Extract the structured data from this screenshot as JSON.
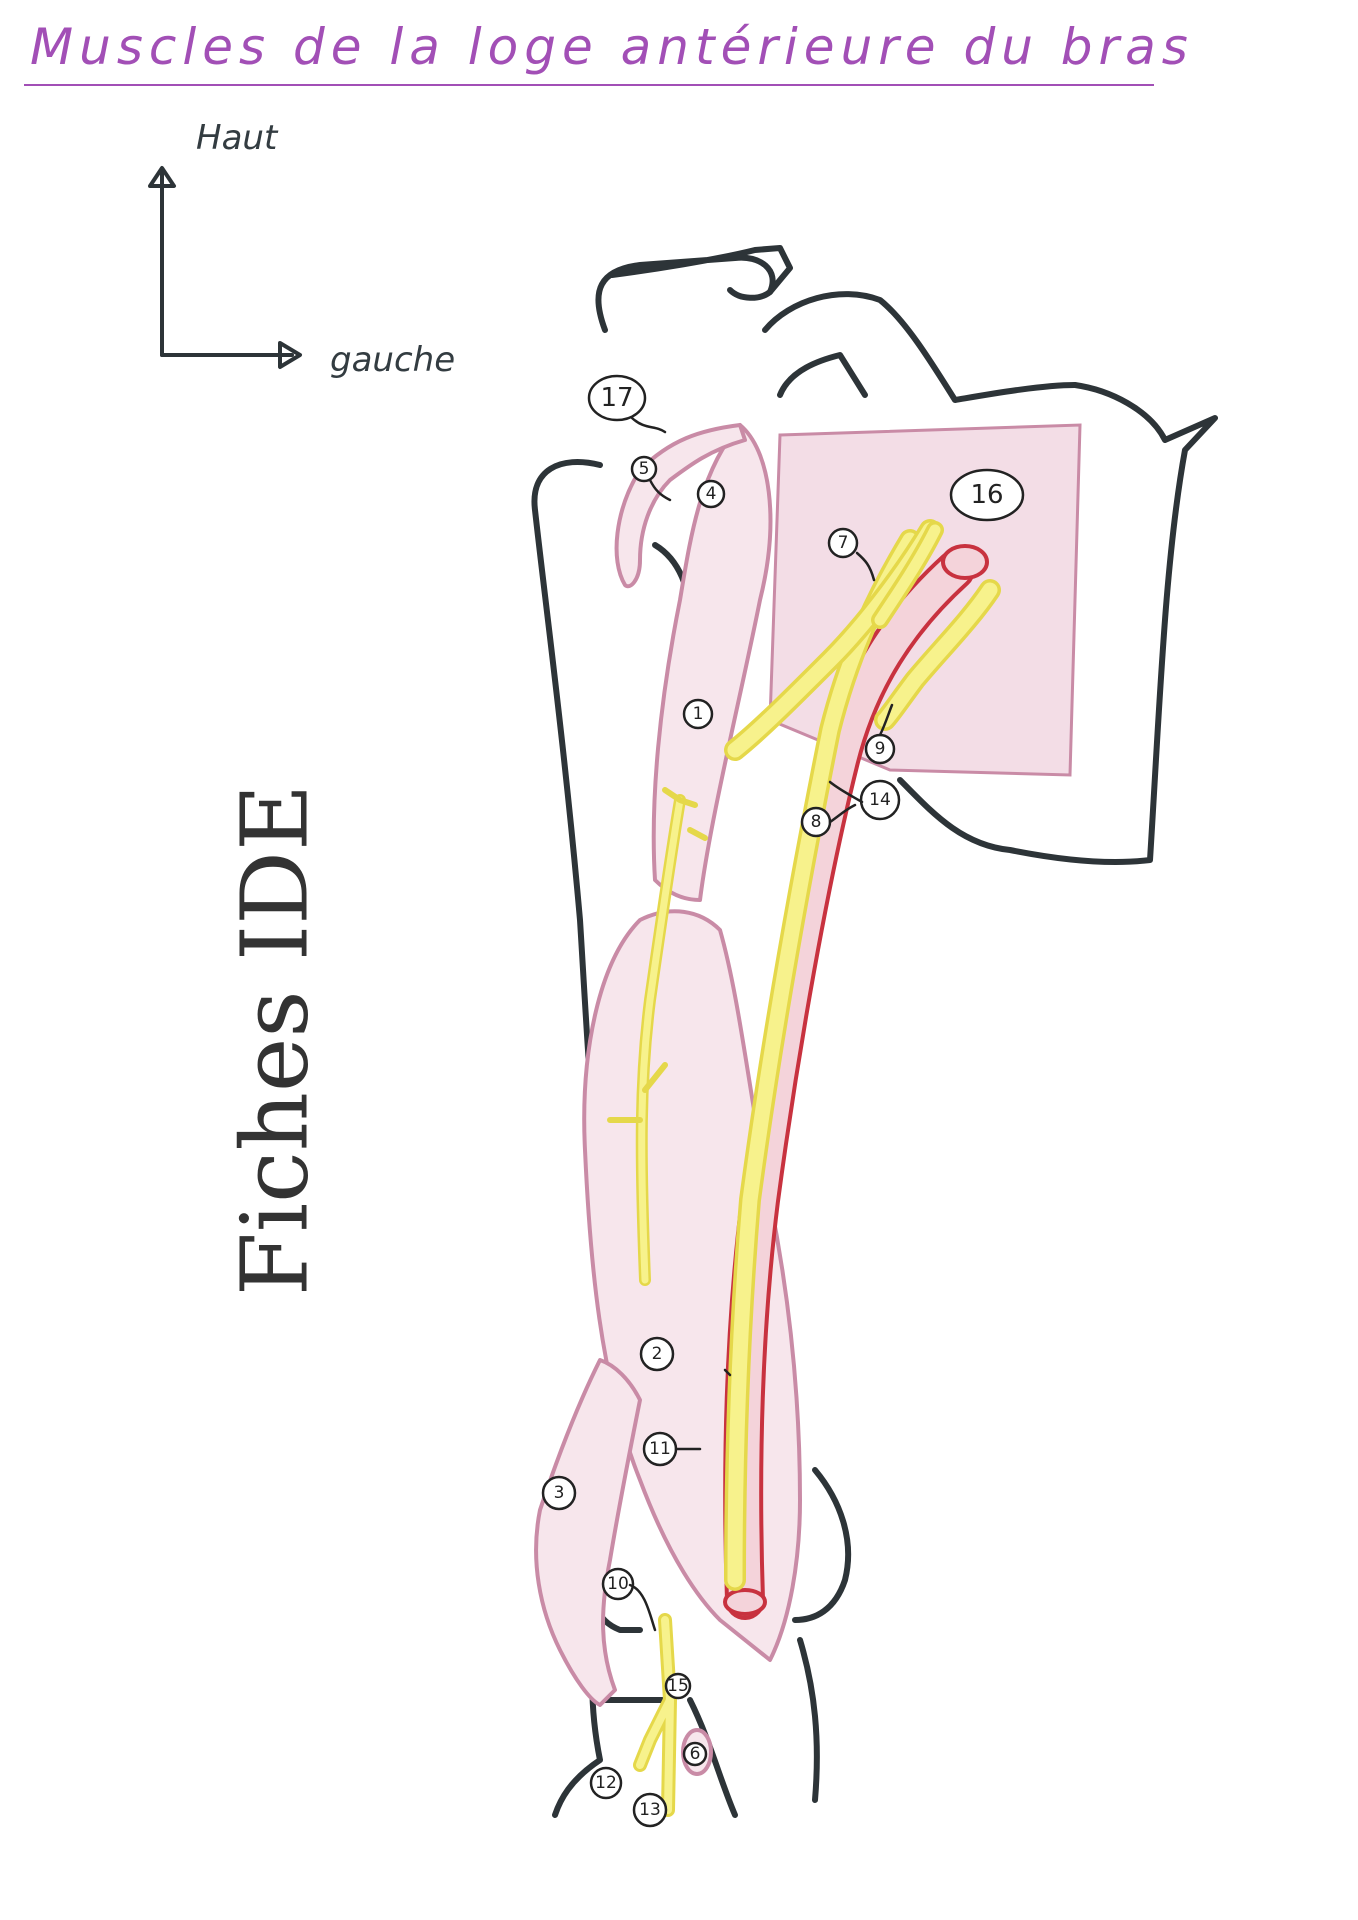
{
  "title": "Muscles de la loge antérieure du bras",
  "orientation": {
    "up": "Haut",
    "left": "gauche"
  },
  "watermark": "Fiches IDE",
  "labels": {
    "l1": "1",
    "l2": "2",
    "l3": "3",
    "l4": "4",
    "l5": "5",
    "l6": "6",
    "l7": "7",
    "l8": "8",
    "l9": "9",
    "l10": "10",
    "l11": "11",
    "l12": "12",
    "l13": "13",
    "l14": "14",
    "l15": "15",
    "l16": "16",
    "l17": "17"
  },
  "colors": {
    "muscle_outline": "#c98ba6",
    "muscle_fill": "#f3dde6",
    "nerve": "#f3ec7a",
    "nerve_outline": "#e5d84a",
    "artery": "#c8323f",
    "bone": "#2d3438",
    "title": "#a24fb6"
  }
}
